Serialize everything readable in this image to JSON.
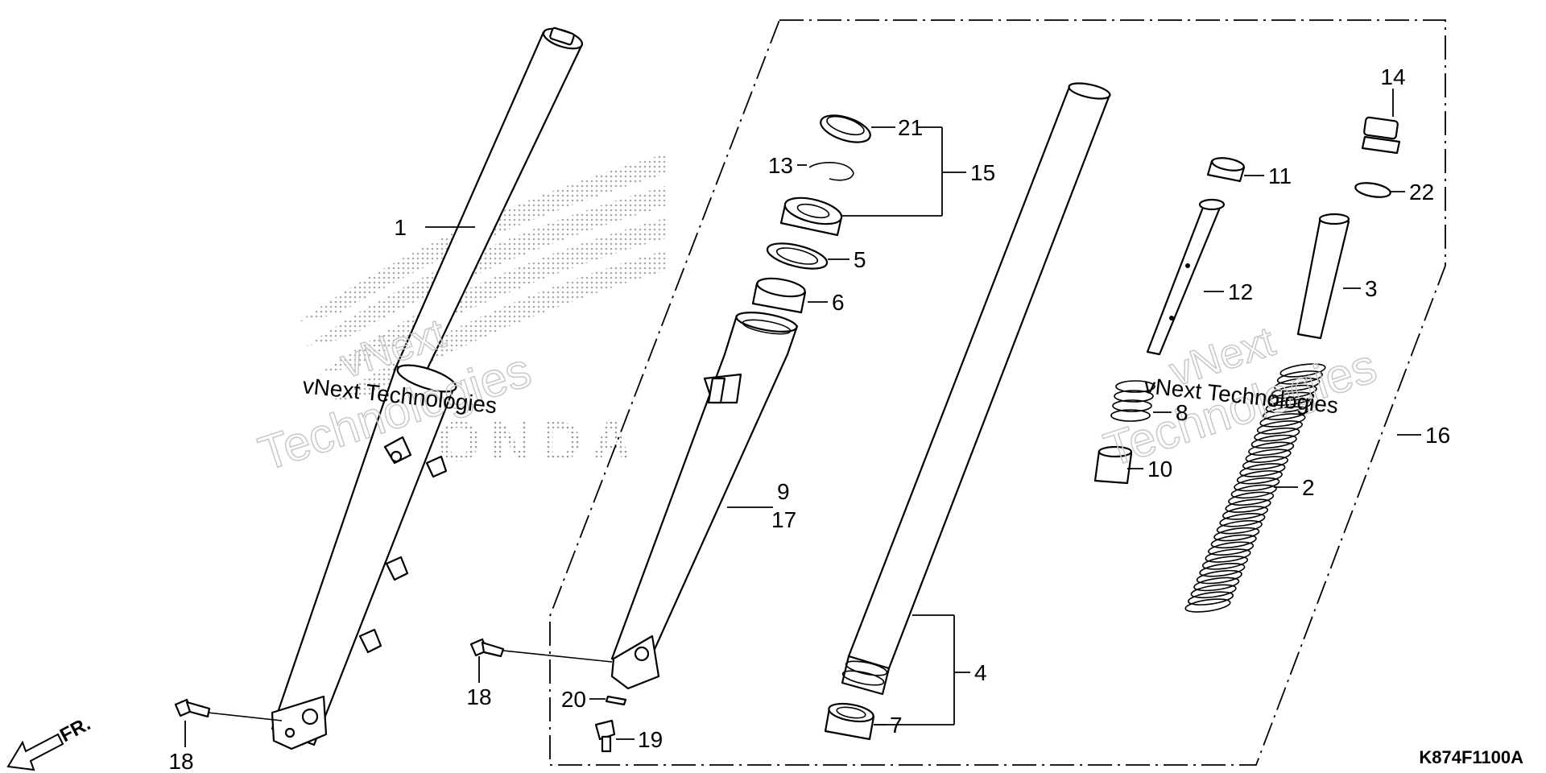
{
  "diagram": {
    "code": "K874F1100A",
    "front_marker": "FR.",
    "watermark_text": [
      "vNext",
      "Technologies",
      "vNext Technologies"
    ],
    "background_logo_text": "HONDA",
    "labels": {
      "p1": "1",
      "p2": "2",
      "p3": "3",
      "p4": "4",
      "p5": "5",
      "p6": "6",
      "p7": "7",
      "p8": "8",
      "p9": "9",
      "p10": "10",
      "p11": "11",
      "p12": "12",
      "p13": "13",
      "p14": "14",
      "p15": "15",
      "p16": "16",
      "p17": "17",
      "p18a": "18",
      "p18b": "18",
      "p19": "19",
      "p20": "20",
      "p21": "21",
      "p22": "22"
    }
  }
}
